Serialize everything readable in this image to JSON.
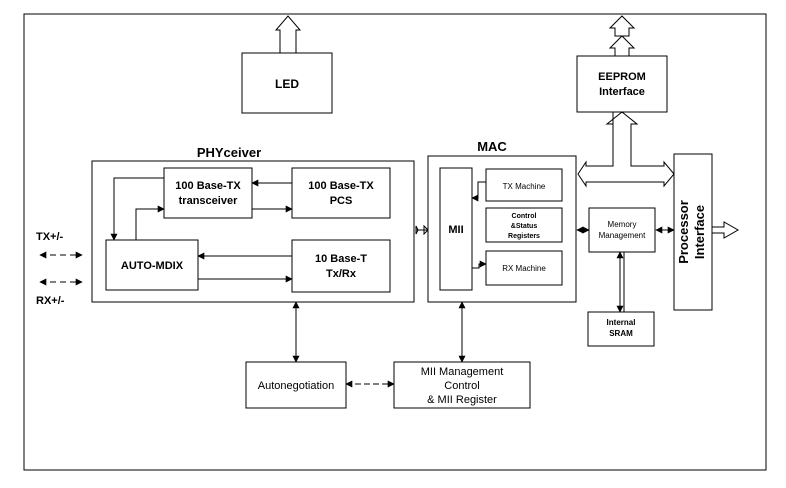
{
  "labels": {
    "led": "LED",
    "eeprom_line1": "EEPROM",
    "eeprom_line2": "Interface",
    "phyceiver": "PHYceiver",
    "mac": "MAC",
    "tx_transceiver_line1": "100 Base-TX",
    "tx_transceiver_line2": "transceiver",
    "tx_pcs_line1": "100 Base-TX",
    "tx_pcs_line2": "PCS",
    "auto_mdix": "AUTO-MDIX",
    "base_t_line1": "10 Base-T",
    "base_t_line2": "Tx/Rx",
    "mii": "MII",
    "tx_machine": "TX Machine",
    "control_line1": "Control",
    "control_line2": "&Status",
    "control_line3": "Registers",
    "rx_machine": "RX Machine",
    "memory_line1": "Memory",
    "memory_line2": "Management",
    "processor_line1": "Processor",
    "processor_line2": "Interface",
    "sram_line1": "Internal",
    "sram_line2": "SRAM",
    "tx_port": "TX+/-",
    "rx_port": "RX+/-",
    "autonegotiation": "Autonegotiation",
    "mii_mgmt_line1": "MII Management",
    "mii_mgmt_line2": "Control",
    "mii_mgmt_line3": "& MII Register"
  }
}
